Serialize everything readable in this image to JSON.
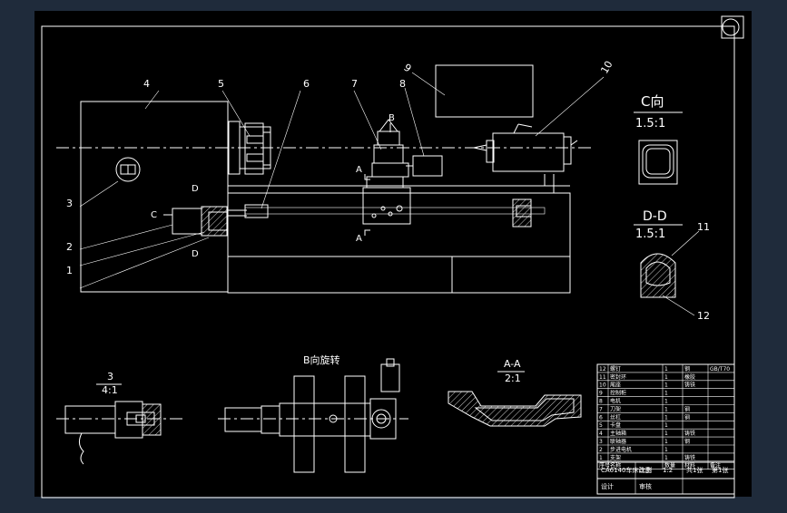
{
  "callouts": {
    "n1": "1",
    "n2": "2",
    "n3": "3",
    "n4": "4",
    "n5": "5",
    "n6": "6",
    "n7": "7",
    "n8": "8",
    "n9": "9",
    "n10": "10",
    "n11": "11",
    "n12": "12"
  },
  "section_marks": {
    "a_top": "A",
    "a_bottom": "A",
    "b_arrow": "B",
    "c_arrow": "C",
    "d_top": "D",
    "d_bottom": "D"
  },
  "views": {
    "c_view_title": "C向",
    "c_view_scale": "1.5:1",
    "dd_title": "D-D",
    "dd_scale": "1.5:1",
    "detail3_title": "3",
    "detail3_scale": "4:1",
    "b_rotate_title": "B向旋转",
    "aa_title": "A-A",
    "aa_scale": "2:1"
  },
  "title_block": {
    "rows": [
      [
        "12",
        "螺钉",
        "1",
        "钢",
        "GB/T70"
      ],
      [
        "11",
        "密封环",
        "1",
        "橡胶",
        ""
      ],
      [
        "10",
        "尾座",
        "1",
        "铸铁",
        ""
      ],
      [
        "9",
        "控制柜",
        "1",
        "",
        ""
      ],
      [
        "8",
        "电机",
        "1",
        "",
        ""
      ],
      [
        "7",
        "刀架",
        "1",
        "钢",
        ""
      ],
      [
        "6",
        "丝杠",
        "1",
        "钢",
        ""
      ],
      [
        "5",
        "卡盘",
        "1",
        "",
        ""
      ],
      [
        "4",
        "主轴箱",
        "1",
        "铸铁",
        ""
      ],
      [
        "3",
        "联轴器",
        "1",
        "钢",
        ""
      ],
      [
        "2",
        "步进电机",
        "1",
        "",
        ""
      ],
      [
        "1",
        "支架",
        "1",
        "铸铁",
        ""
      ]
    ],
    "header": [
      "序号",
      "名称",
      "数量",
      "材料",
      "备注"
    ],
    "drawing_title": "CA6140车床改造",
    "scale_label": "比例",
    "scale_value": "1:2",
    "sheet_label": "共1张",
    "sheet_no": "第1张",
    "drawn_label": "设计",
    "check_label": "审核"
  }
}
